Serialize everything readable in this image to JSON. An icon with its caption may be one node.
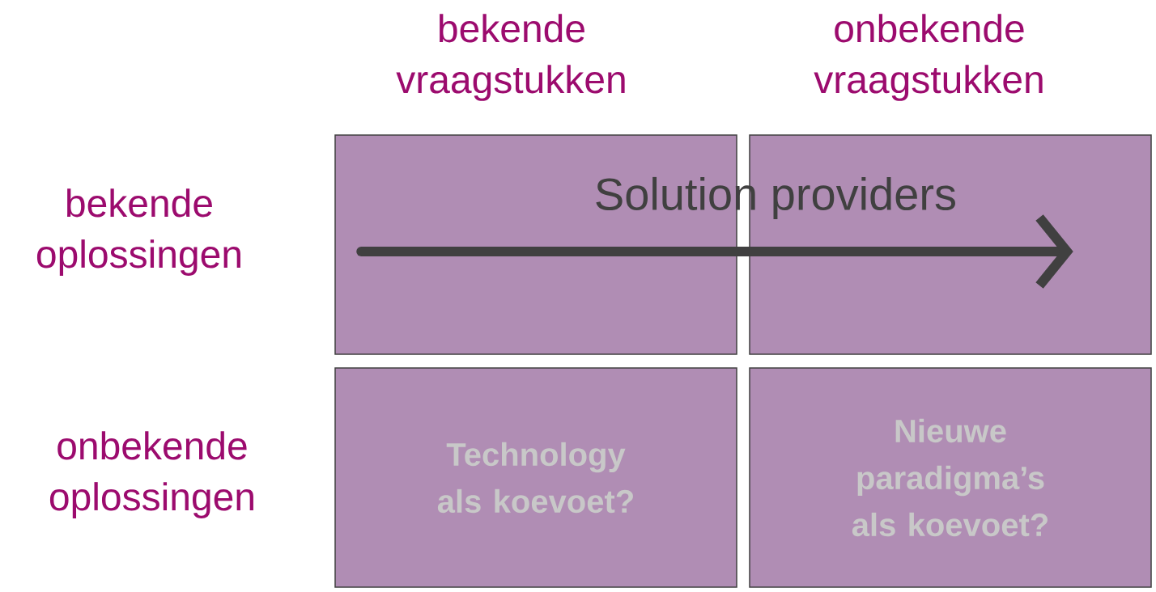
{
  "diagram": {
    "nodes": [
      {
        "text": [],
        "shape": "box"
      },
      {
        "text": [],
        "shape": "box"
      },
      {
        "text": [
          "Technology als koevoet?"
        ]
      },
      {
        "text": [
          "Nieuwe paradigma’s als koevoet?"
        ]
      }
    ],
    "edges": [
      {
        "from": 0,
        "to": 1,
        "arrow": "to",
        "label": "Solution providers"
      }
    ],
    "labels": [
      "bekende vraagstukken",
      "onbekende vraagstukken",
      "bekende oplossingen",
      "onbekende oplossingen"
    ]
  }
}
